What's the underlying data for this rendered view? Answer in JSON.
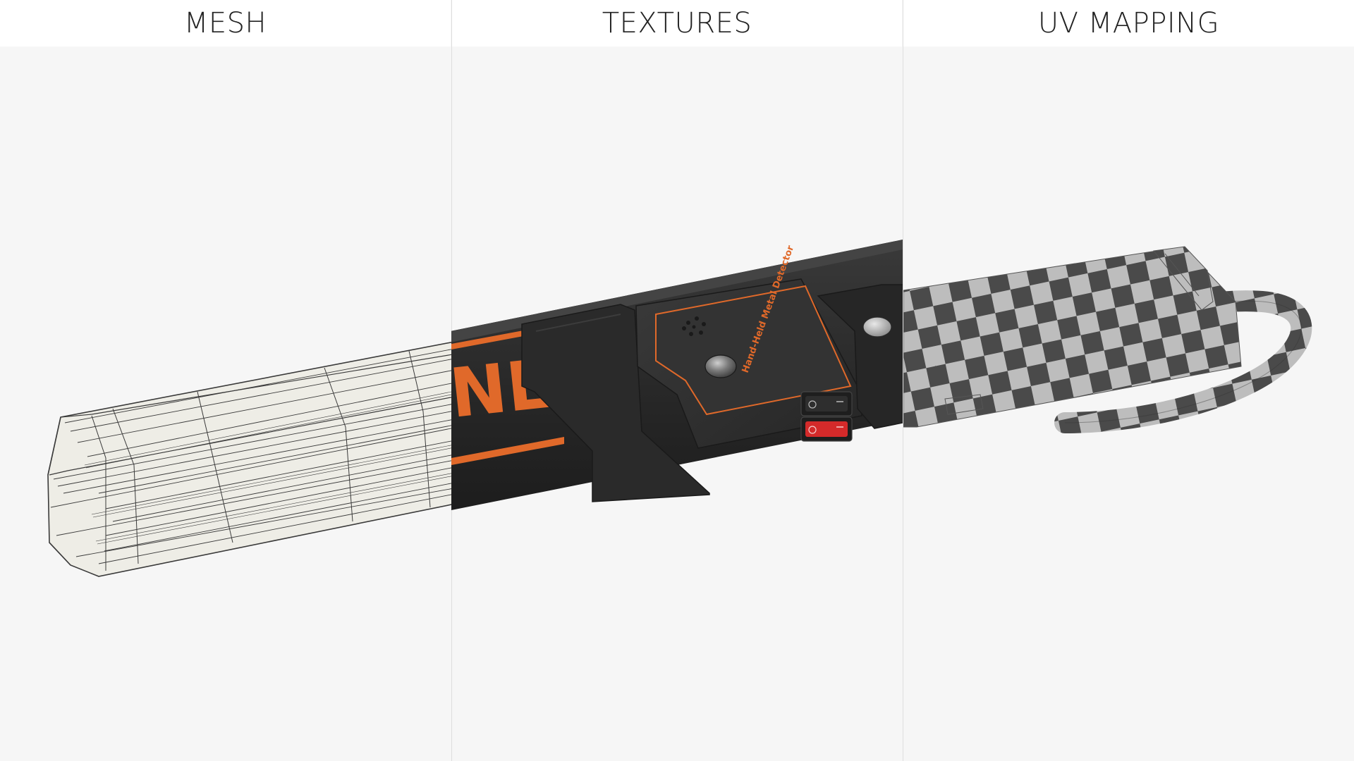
{
  "panels": [
    {
      "title": "MESH"
    },
    {
      "title": "TEXTURES"
    },
    {
      "title": "UV MAPPING"
    }
  ],
  "device": {
    "label_text": "Hand-Held Metal Detector",
    "brand_fragment": "NE"
  },
  "colors": {
    "background": "#f6f6f6",
    "header_background": "#ffffff",
    "title_text": "#222222",
    "device_body": "#2b2b2b",
    "accent_orange": "#e0692a",
    "switch_red": "#d42a2a",
    "checker_dark": "#4a4a4a",
    "checker_light": "#bdbdbd",
    "wireframe_fill": "#eeede6",
    "wireframe_line": "#3a3a3a"
  },
  "icons": [
    "speaker-grille-icon",
    "led-indicator-icon",
    "power-switch-icon",
    "snap-button-icon"
  ]
}
